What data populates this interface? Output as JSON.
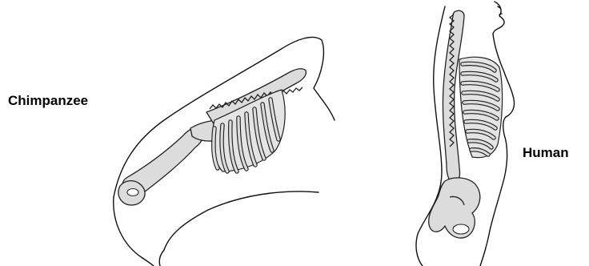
{
  "labels": {
    "chimpanzee": "Chimpanzee",
    "human": "Human"
  },
  "colors": {
    "background": "#ffffff",
    "bone_fill": "#dcdcdc",
    "outline": "#111111"
  },
  "figures": [
    {
      "name": "chimpanzee-skeleton",
      "posture": "quadrupedal",
      "spine": "horizontal arched"
    },
    {
      "name": "human-skeleton",
      "posture": "bipedal",
      "spine": "vertical S-curve"
    }
  ]
}
